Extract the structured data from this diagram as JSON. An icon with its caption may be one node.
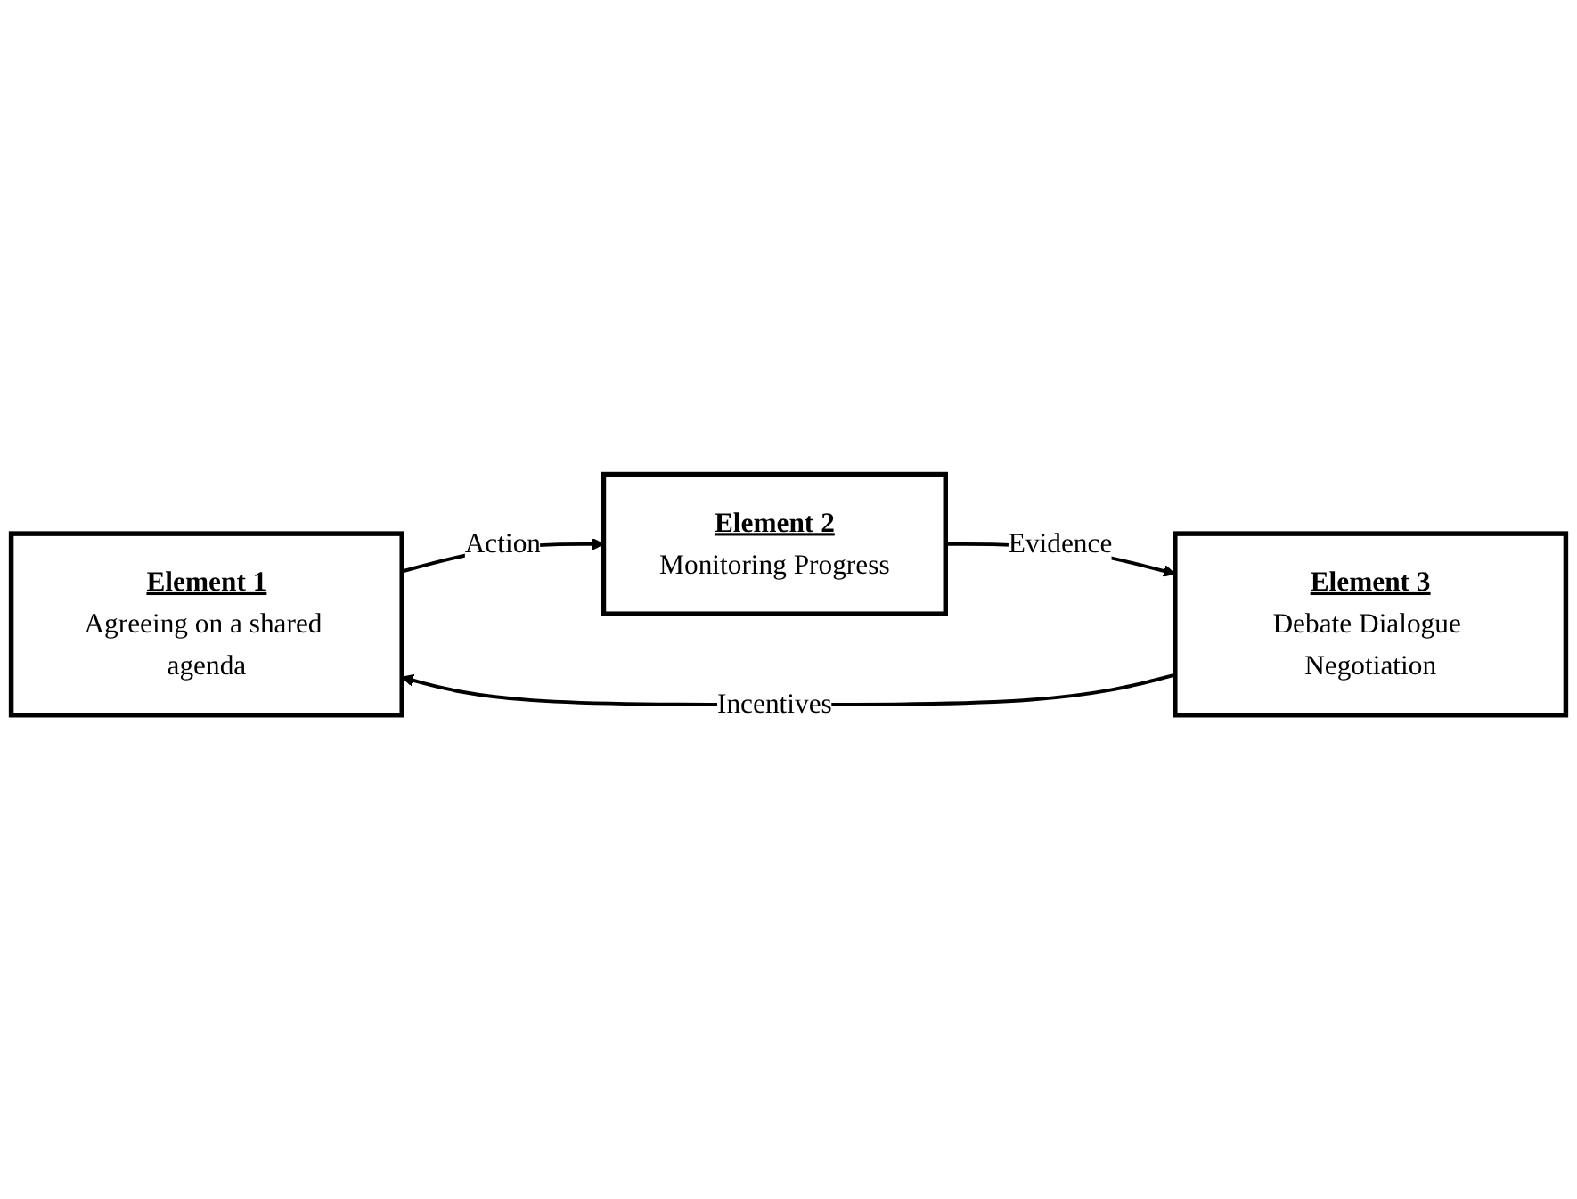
{
  "diagram": {
    "nodes": [
      {
        "text": [
          "Element 1",
          "Agreeing on a shared agenda"
        ]
      },
      {
        "text": [
          "Element 2",
          "Monitoring Progress"
        ]
      },
      {
        "text": [
          "Element 3",
          "Debate Dialogue Negotiation"
        ]
      }
    ],
    "edges": [
      {
        "from": 0,
        "to": 1,
        "arrow": "to",
        "label": "Action"
      },
      {
        "from": 1,
        "to": 2,
        "arrow": "to",
        "label": "Evidence"
      },
      {
        "from": 2,
        "to": 0,
        "arrow": "to",
        "label": "Incentives"
      }
    ]
  }
}
